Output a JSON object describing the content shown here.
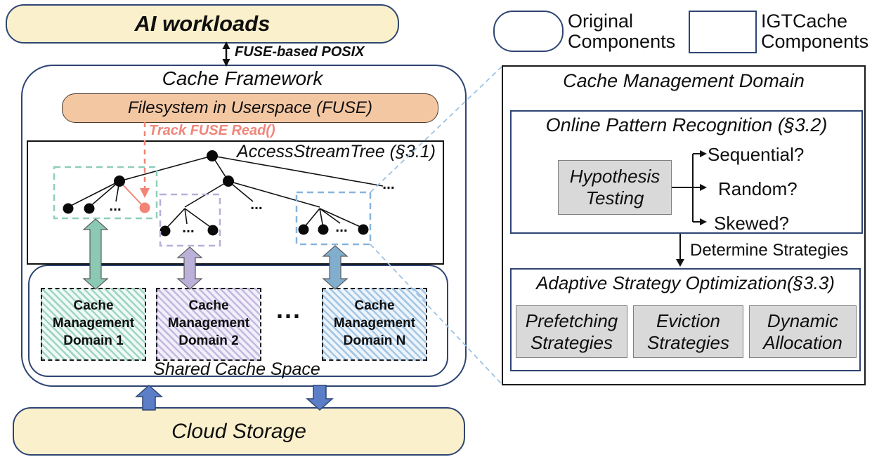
{
  "colors": {
    "navy_border": "#2E4573",
    "box_yellow": "#FAF0CC",
    "fuse_orange": "#F4C7A3",
    "track_salmon": "#F0867A",
    "teal_arrow": "#8CC9B5",
    "purple_arrow": "#BBB1D8",
    "blue_arrow": "#82AECE",
    "storage_arrow_blue": "#5B7EC7",
    "dashed_connector_blue": "#9DC3E6",
    "gray_box": "#D9D9D9",
    "green_dash": "#90CEB9",
    "purple_dash": "#B9AED9",
    "blue_dash": "#88B4DC"
  },
  "left": {
    "ai_workloads": "AI workloads",
    "fuse_posix": "FUSE-based POSIX",
    "framework_title": "Cache Framework",
    "fuse_box": "Filesystem in Userspace (FUSE)",
    "track_read": "Track FUSE Read()",
    "tree_title": "AccessStreamTree (§3.1)",
    "ellipsis": "...",
    "domains": [
      {
        "lines": [
          "Cache",
          "Management",
          "Domain 1"
        ]
      },
      {
        "lines": [
          "Cache",
          "Management",
          "Domain 2"
        ]
      },
      {
        "lines": [
          "Cache",
          "Management",
          "Domain N"
        ]
      }
    ],
    "domains_ellipsis": "...",
    "shared_space": "Shared Cache Space",
    "cloud_storage": "Cloud Storage"
  },
  "legend": {
    "original": "Original Components",
    "igtcache": "IGTCache Components"
  },
  "panel": {
    "title": "Cache Management Domain",
    "opr_title": "Online Pattern Recognition (§3.2)",
    "hypothesis_testing": "Hypothesis Testing",
    "questions": [
      "Sequential?",
      "Random?",
      "Skewed?"
    ],
    "determine": "Determine Strategies",
    "aso_title": "Adaptive Strategy Optimization(§3.3)",
    "strategies": [
      "Prefetching Strategies",
      "Eviction Strategies",
      "Dynamic Allocation"
    ]
  }
}
